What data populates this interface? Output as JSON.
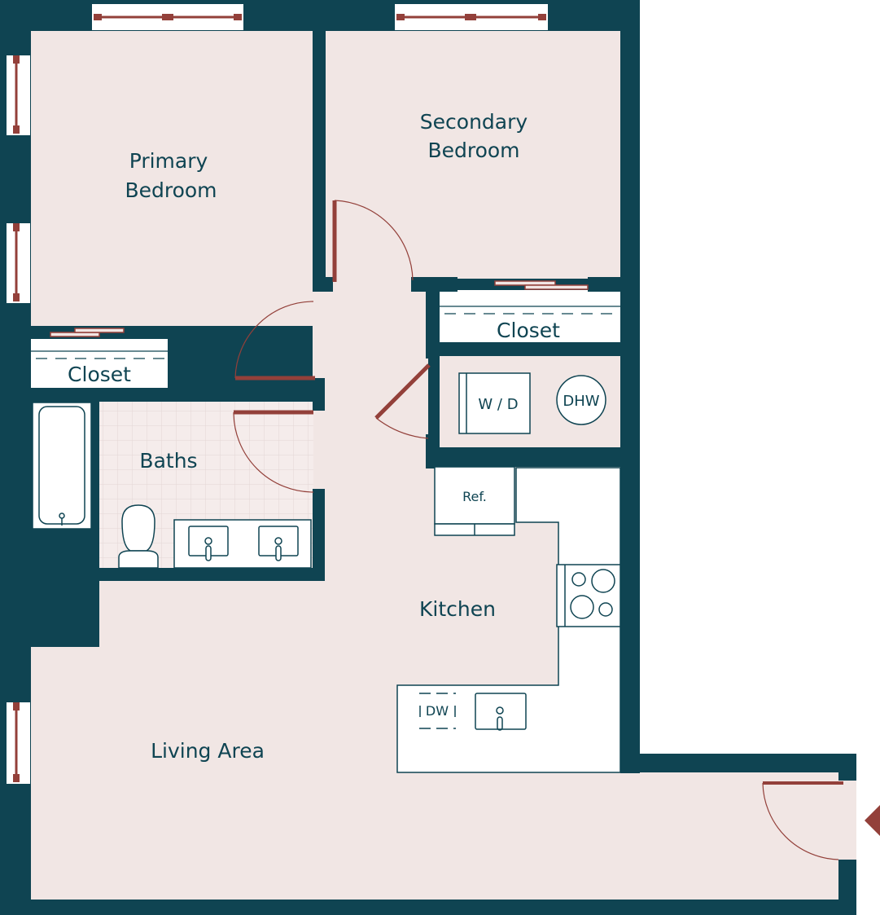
{
  "rooms": {
    "primary_bedroom": [
      "Primary",
      "Bedroom"
    ],
    "secondary_bedroom": [
      "Secondary",
      "Bedroom"
    ],
    "closet_primary": "Closet",
    "closet_secondary": "Closet",
    "baths": "Baths",
    "kitchen": "Kitchen",
    "living_area": "Living Area"
  },
  "fixtures": {
    "washer_dryer": "W / D",
    "water_heater": "DHW",
    "refrigerator": "Ref.",
    "dishwasher": "DW"
  },
  "colors": {
    "wall": "#0f4452",
    "floor": "#f1e6e4",
    "door": "#93403a",
    "window_frame": "#93403a",
    "fixture_fill": "#ffffff",
    "tile_grid": "#e4d6d4"
  }
}
